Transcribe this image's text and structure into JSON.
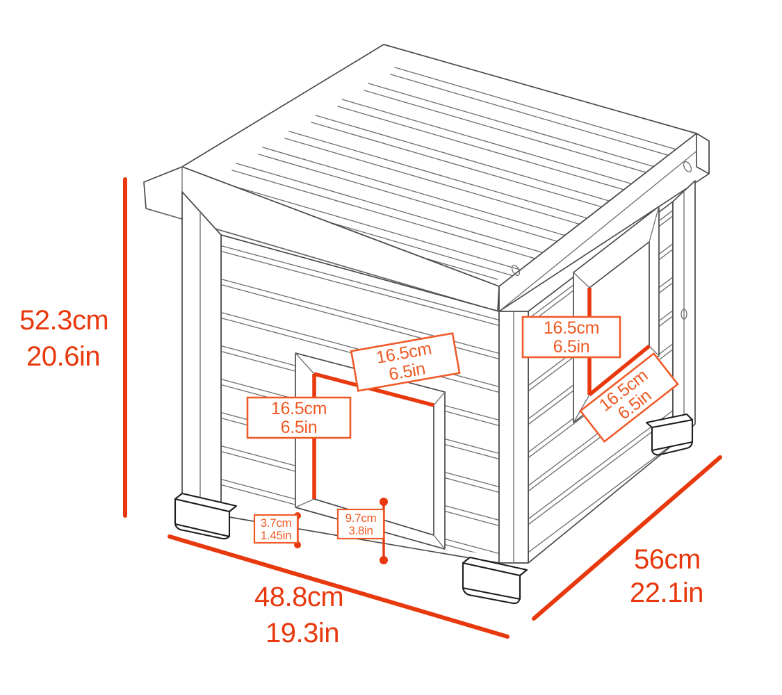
{
  "diagram": {
    "title": "Pet House Dimension Diagram",
    "product": "wooden pet house",
    "view": "isometric three-quarter front-left view",
    "background_color": "#ffffff",
    "line_color": "#4a4a4a",
    "accent_color": "#E8380D",
    "callout_border_color": "#EF5A28",
    "callout_text_color": "#EE5A24"
  },
  "dimensions": {
    "height": {
      "label_cm": "52.3cm",
      "label_in": "20.6in",
      "name": "overall-height"
    },
    "width": {
      "label_cm": "48.8cm",
      "label_in": "19.3in",
      "name": "overall-width"
    },
    "depth": {
      "label_cm": "56cm",
      "label_in": "22.1in",
      "name": "overall-depth"
    }
  },
  "callouts": [
    {
      "id": "front-door-top",
      "label_cm": "16.5cm",
      "label_in": "6.5in",
      "target": "front door opening width"
    },
    {
      "id": "front-door-left",
      "label_cm": "16.5cm",
      "label_in": "6.5in",
      "target": "front door opening height"
    },
    {
      "id": "side-door-left",
      "label_cm": "16.5cm",
      "label_in": "6.5in",
      "target": "side door opening height"
    },
    {
      "id": "side-door-bottom",
      "label_cm": "16.5cm",
      "label_in": "6.5in",
      "target": "side door opening width"
    },
    {
      "id": "leg-height",
      "label_cm": "3.7cm",
      "label_in": "1.45in",
      "target": "ground clearance / leg height"
    },
    {
      "id": "door-sill-height",
      "label_cm": "9.7cm",
      "label_in": "3.8in",
      "target": "door sill height from base"
    }
  ]
}
